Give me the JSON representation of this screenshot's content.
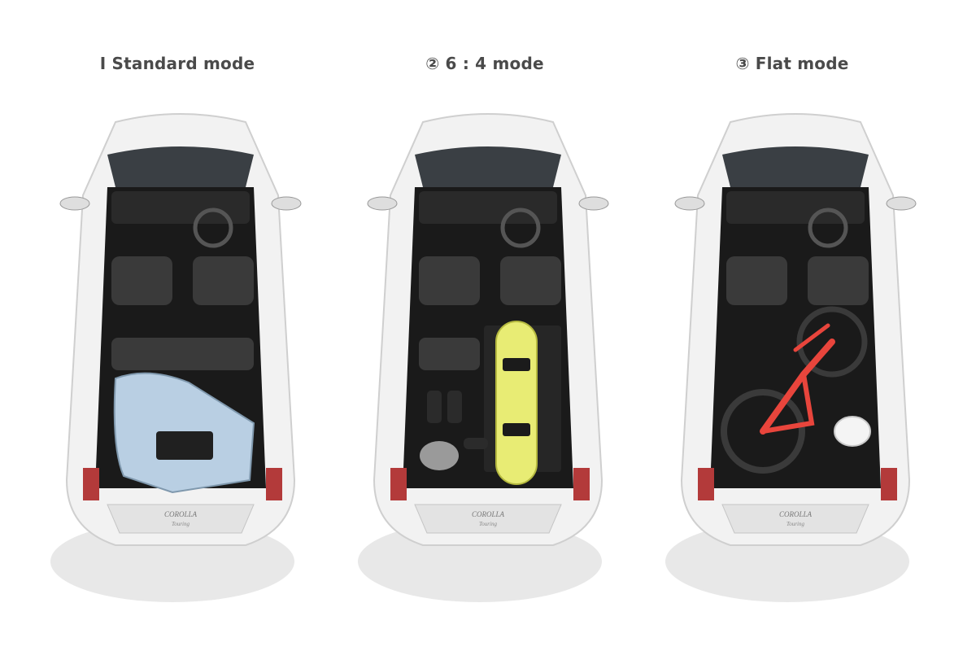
{
  "modes": [
    {
      "caption": "Ⅰ Standard mode",
      "cargo": "ski-bag"
    },
    {
      "caption": "② 6 : 4 mode",
      "cargo": "snowboard"
    },
    {
      "caption": "③ Flat mode",
      "cargo": "bicycle"
    }
  ],
  "badge": {
    "model": "COROLLA",
    "variant": "Touring"
  },
  "colors": {
    "body": "#f2f2f2",
    "interior": "#1a1a1a",
    "seat": "#3a3a3a",
    "ski_bag": "#b9cfe3",
    "snowboard": "#e8ec74",
    "bicycle": "#e8453c"
  }
}
